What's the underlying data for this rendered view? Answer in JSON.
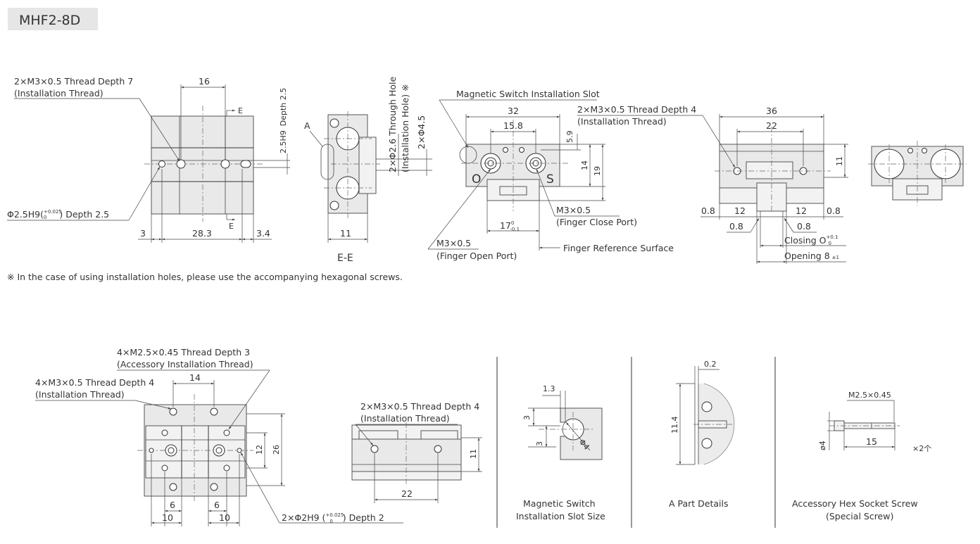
{
  "model": "MHF2-8D",
  "note": "※ In the case of using installation holes, please use the accompanying hexagonal screws.",
  "front": {
    "thread_label_1": "2×M3×0.5 Thread Depth 7",
    "thread_label_2": "(Installation Thread)",
    "pin_label": "Φ2.5H9",
    "pin_tol_upper": "+0.025",
    "pin_tol_lower": "0",
    "pin_depth": ") Depth 2.5",
    "pin_paren": "(",
    "dim_top": "16",
    "dim_left": "3",
    "dim_mid": "28.3",
    "dim_right": "3.4",
    "section_mark": "E",
    "vert_label_a": "2.5H9",
    "vert_label_b": "Depth 2.5"
  },
  "section": {
    "title": "E-E",
    "detail_mark": "A",
    "dim_width": "11",
    "through_hole_1": "2×Φ2.6 Through Hole",
    "through_hole_2": "(Installation Hole) ※",
    "cbore": "2×Φ4.5"
  },
  "side": {
    "slot_label": "Magnetic Switch Installation Slot",
    "dim_32": "32",
    "dim_15_8": "15.8",
    "dim_5_9": "5.9",
    "dim_14": "14",
    "dim_19": "19",
    "dim_17": "17",
    "dim_17_tol_u": "0",
    "dim_17_tol_l": "-0.1",
    "close_port_1": "M3×0.5",
    "close_port_2": "(Finger Close Port)",
    "open_port_1": "M3×0.5",
    "open_port_2": "(Finger Open Port)",
    "ref_surface": "Finger Reference Surface",
    "mark_o": "O",
    "mark_s": "S",
    "thread_1": "2×M3×0.5 Thread Depth 4",
    "thread_2": "(Installation Thread)"
  },
  "top": {
    "dim_36": "36",
    "dim_22": "22",
    "dim_11": "11",
    "dim_0_8": "0.8",
    "dim_12": "12",
    "closing": "Closing O",
    "closing_tol_u": "+0.1",
    "closing_tol_l": "0",
    "opening": "Opening 8",
    "opening_tol": "±1"
  },
  "bottom": {
    "thread_a_1": "4×M2.5×0.45 Thread Depth 3",
    "thread_a_2": "(Accessory Installation Thread)",
    "thread_b_1": "4×M3×0.5 Thread Depth 4",
    "thread_b_2": "(Installation Thread)",
    "dim_14": "14",
    "dim_12": "12",
    "dim_26": "26",
    "dim_6": "6",
    "dim_10": "10",
    "pin_1": "2×Φ2H9 (",
    "pin_tol_u": "+0.025",
    "pin_tol_l": "0",
    "pin_2": ") Depth 2"
  },
  "rear": {
    "thread_1": "2×M3×0.5 Thread Depth 4",
    "thread_2": "(Installation Thread)",
    "dim_11": "11",
    "dim_22": "22"
  },
  "slot_detail": {
    "caption_1": "Magnetic Switch",
    "caption_2": "Installation Slot Size",
    "dim_1_3": "1.3",
    "dim_3a": "3",
    "dim_3b": "3",
    "dim_phi4": "Φ4"
  },
  "a_detail": {
    "caption": "A Part Details",
    "dim_0_2": "0.2",
    "dim_11_4": "11.4"
  },
  "screw_detail": {
    "caption_1": "Accessory Hex Socket Screw",
    "caption_2": "(Special Screw)",
    "thread": "M2.5×0.45",
    "dim_15": "15",
    "dim_phi4": "ø4",
    "qty": "×2个"
  }
}
